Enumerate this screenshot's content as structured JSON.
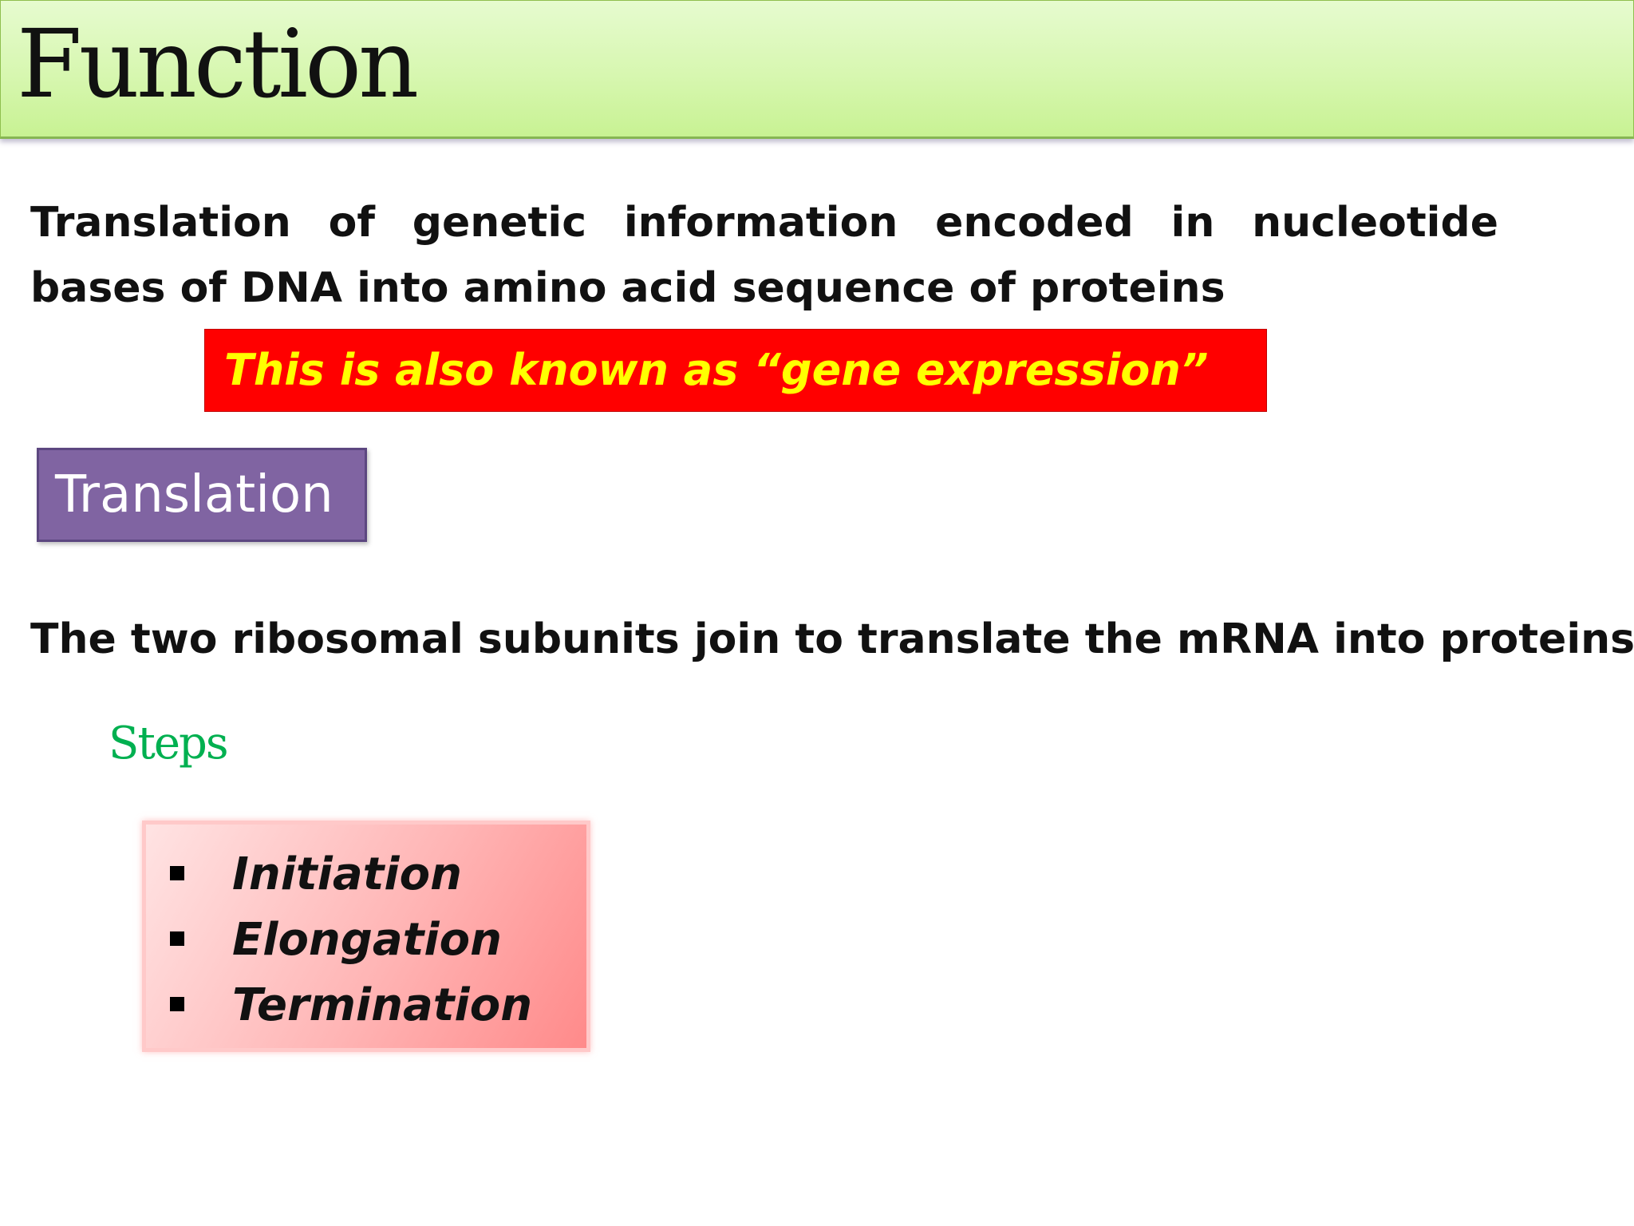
{
  "title": "Function",
  "intro": "Translation of genetic information encoded in nucleotide bases of DNA into amino acid sequence of proteins",
  "callout": {
    "text": "This is also known as “gene expression”",
    "background": "#ff0000",
    "text_color": "#ffff00"
  },
  "badge": {
    "label": "Translation",
    "background": "#8064a2"
  },
  "statement": "The two ribosomal subunits join to translate the mRNA into proteins",
  "steps": {
    "heading": "Steps",
    "heading_color": "#00b050",
    "bullet_icon": "square-bullet-icon",
    "items": [
      {
        "label": "Initiation"
      },
      {
        "label": "Elongation"
      },
      {
        "label": "Termination"
      }
    ]
  },
  "colors": {
    "title_bar": "#d7f7b0",
    "steps_box": "#ffb5b5"
  }
}
